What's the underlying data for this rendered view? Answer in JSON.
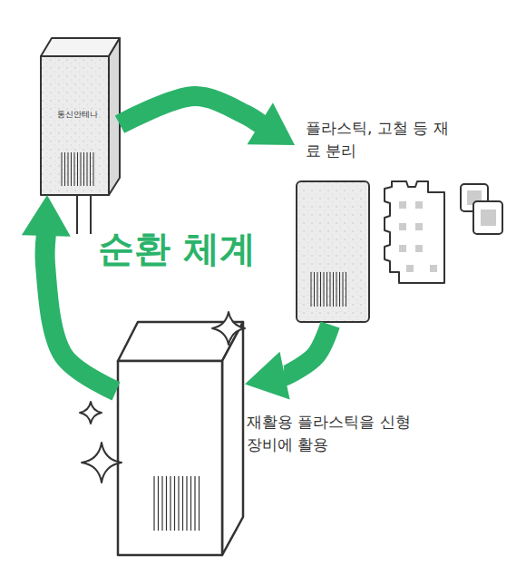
{
  "diagram": {
    "title": "순환 체계",
    "nodes": [
      {
        "text": [
          "통신안테나"
        ]
      },
      {
        "text": [
          "플라스틱, 고철 등 재료 분리"
        ]
      },
      {
        "text": [
          "재활용 플라스틱을 신형 장비에 활용"
        ]
      }
    ],
    "edges": [
      {
        "from": 0,
        "to": 1,
        "arrow": "to"
      },
      {
        "from": 1,
        "to": 2,
        "arrow": "to"
      },
      {
        "from": 2,
        "to": 0,
        "arrow": "to"
      }
    ]
  }
}
